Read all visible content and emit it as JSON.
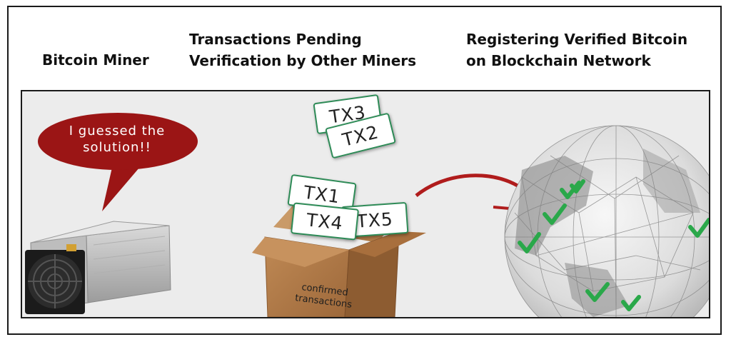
{
  "headers": {
    "miner": "Bitcoin Miner",
    "pending": [
      "Transactions Pending",
      "Verification by Other Miners"
    ],
    "register": [
      "Registering Verified Bitcoin",
      "on Blockchain Network"
    ]
  },
  "scene": {
    "speech_bubble": [
      "I guessed the",
      "solution!!"
    ],
    "box_label": [
      "confirmed",
      "transactions"
    ],
    "transactions": [
      "TX3",
      "TX2",
      "TX1",
      "TX4",
      "TX5"
    ],
    "checkmark_count": 7
  },
  "colors": {
    "bubble": "#9b1515",
    "arrow": "#b01c1c",
    "card_border": "#2e8b57",
    "check": "#2aa84a",
    "box": "#b47a45"
  },
  "icons": [
    "bitcoin-miner-icon",
    "cardboard-box-icon",
    "globe-network-icon",
    "checkmark-icon",
    "curved-arrow-icon"
  ]
}
